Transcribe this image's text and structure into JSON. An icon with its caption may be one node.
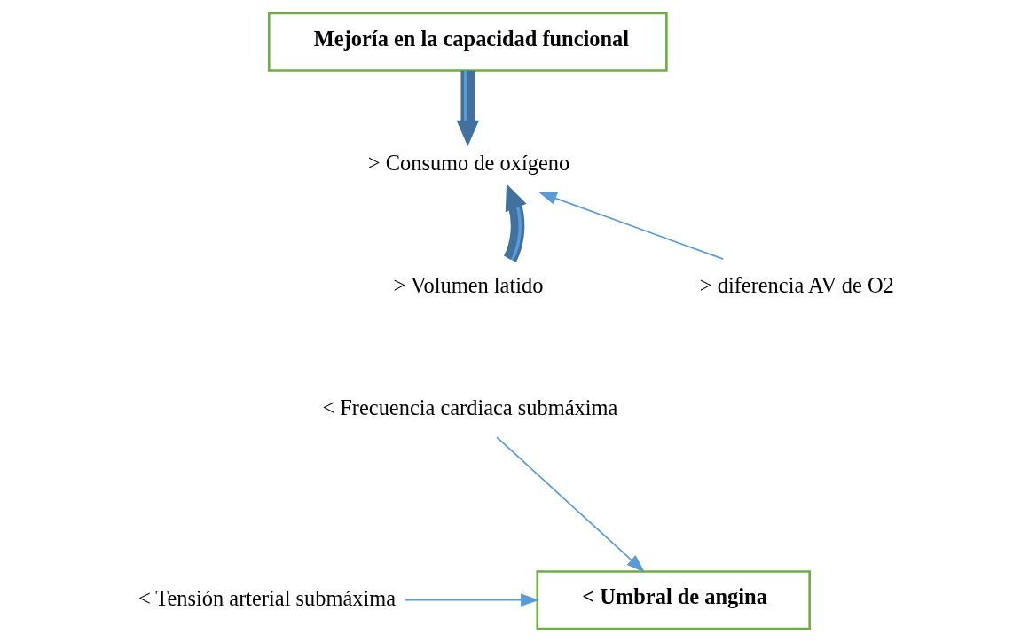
{
  "diagram": {
    "nodes": [
      {
        "text": [
          "Mejoría en la capacidad funcional"
        ]
      },
      {
        "text": [
          "> Consumo de oxígeno"
        ]
      },
      {
        "text": [
          "> Volumen latido"
        ]
      },
      {
        "text": [
          "> diferencia AV de O2"
        ]
      },
      {
        "text": [
          "< Frecuencia cardiaca submáxima"
        ]
      },
      {
        "text": [
          "< Tensión arterial submáxima"
        ]
      },
      {
        "text": [
          "< Umbral de angina"
        ]
      }
    ],
    "edges": [
      {
        "from": 0,
        "to": 1,
        "arrow": "to",
        "style": "thick"
      },
      {
        "from": 2,
        "to": 1,
        "arrow": "to",
        "style": "thick"
      },
      {
        "from": 3,
        "to": 1,
        "arrow": "to"
      },
      {
        "from": 4,
        "to": 6,
        "arrow": "to"
      },
      {
        "from": 5,
        "to": 6,
        "arrow": "to"
      }
    ]
  }
}
